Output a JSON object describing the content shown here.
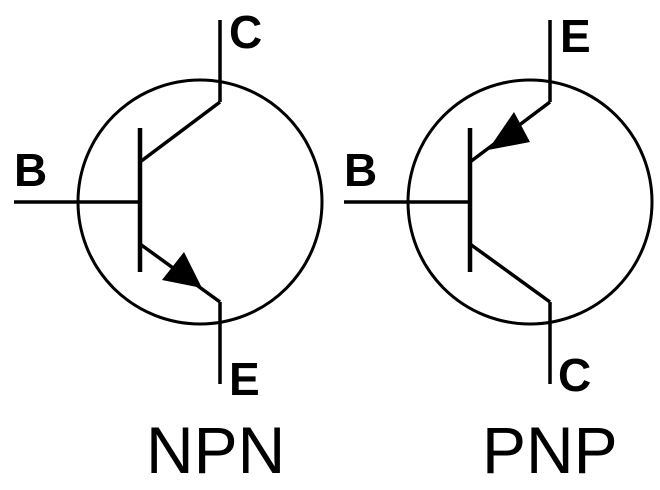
{
  "colors": {
    "stroke": "#000000",
    "background": "#ffffff"
  },
  "npn": {
    "name": "NPN",
    "pins": {
      "base": "B",
      "collector": "C",
      "emitter": "E"
    }
  },
  "pnp": {
    "name": "PNP",
    "pins": {
      "base": "B",
      "collector": "C",
      "emitter": "E"
    }
  }
}
